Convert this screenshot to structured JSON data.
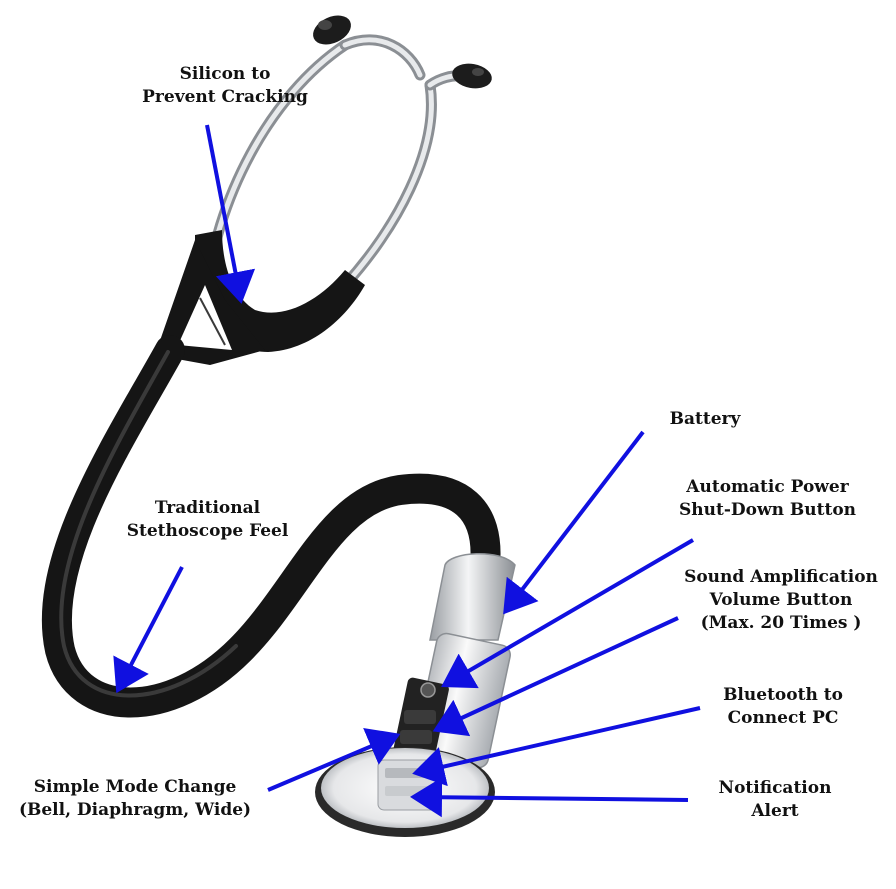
{
  "colors": {
    "arrow": "#1010e0",
    "tubing": "#151515",
    "tubing_highlight": "#3a3a3a",
    "metal": "#c9ccd0",
    "metal_dark": "#8b8f94",
    "chestpiece_body": "#e9ebee",
    "diaphragm_rim": "#2a2a2a",
    "diaphragm_face": "#f3f3f3",
    "control_panel": "#222222",
    "text": "#111111"
  },
  "labels": {
    "silicon": {
      "line1": "Silicon to",
      "line2": "Prevent Cracking"
    },
    "traditional": {
      "line1": "Traditional",
      "line2": "Stethoscope Feel"
    },
    "battery": {
      "line1": "Battery"
    },
    "auto_power": {
      "line1": "Automatic Power",
      "line2": "Shut-Down Button"
    },
    "sound_amp": {
      "line1": "Sound Amplification",
      "line2": "Volume Button",
      "line3": "(Max. 20 Times )"
    },
    "bluetooth": {
      "line1": "Bluetooth to",
      "line2": "Connect PC"
    },
    "notification": {
      "line1": "Notification",
      "line2": "Alert"
    },
    "mode_change": {
      "line1": "Simple Mode Change",
      "line2": "(Bell, Diaphragm, Wide)"
    }
  },
  "icons": {
    "stethoscope": "electronic-stethoscope-illustration"
  }
}
